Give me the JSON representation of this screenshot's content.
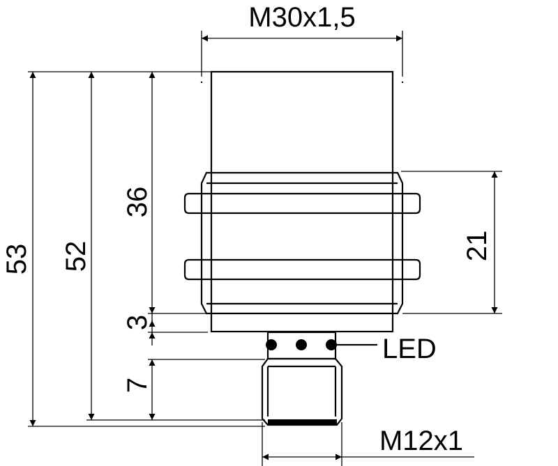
{
  "dimensions": {
    "thread_main": "M30x1,5",
    "thread_connector": "M12x1",
    "length_53": "53",
    "length_52": "52",
    "length_36": "36",
    "length_21": "21",
    "length_3": "3",
    "length_7": "7"
  },
  "labels": {
    "led": "LED"
  },
  "colors": {
    "stroke": "#000000",
    "background": "#ffffff"
  }
}
